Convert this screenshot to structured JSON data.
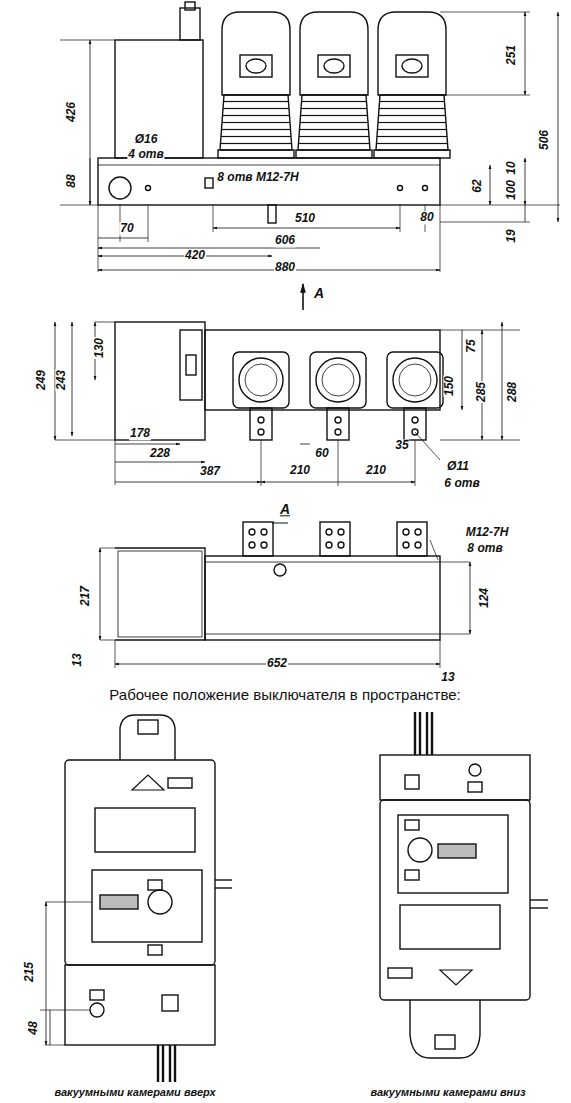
{
  "diagram": {
    "labels": [
      "426",
      "Ø16",
      "4 отв",
      "88",
      "8 отв M12-7H",
      "251",
      "506",
      "10",
      "62",
      "100",
      "510",
      "80",
      "70",
      "606",
      "19",
      "420",
      "880",
      "A",
      "249",
      "243",
      "130",
      "75",
      "150",
      "285",
      "288",
      "178",
      "228",
      "387",
      "60",
      "35",
      "210",
      "210",
      "Ø11",
      "6 отв",
      "A",
      "M12-7H",
      "8 отв",
      "217",
      "124",
      "13",
      "652",
      "13",
      "Рабочее положение выключателя в пространстве:",
      "215",
      "48",
      "вакуумными камерами вверх",
      "вакуумными камерами вниз"
    ]
  }
}
